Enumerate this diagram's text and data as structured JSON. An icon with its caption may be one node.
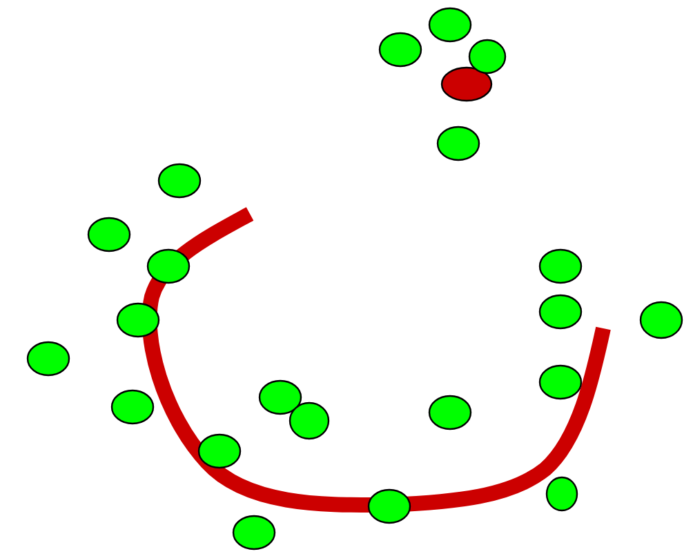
{
  "diagram": {
    "nodes": [
      {
        "text": [],
        "shape": "circle"
      },
      {
        "text": [],
        "shape": "circle"
      },
      {
        "text": [],
        "shape": "circle"
      },
      {
        "text": [],
        "shape": "circle"
      },
      {
        "text": [],
        "shape": "circle"
      },
      {
        "text": [],
        "shape": "circle"
      },
      {
        "text": [],
        "shape": "circle"
      },
      {
        "text": [],
        "shape": "circle"
      },
      {
        "text": [],
        "shape": "circle"
      },
      {
        "text": [],
        "shape": "circle"
      },
      {
        "text": [],
        "shape": "circle"
      },
      {
        "text": [],
        "shape": "circle"
      },
      {
        "text": [],
        "shape": "circle"
      },
      {
        "text": [],
        "shape": "circle"
      },
      {
        "text": [],
        "shape": "circle"
      },
      {
        "text": [],
        "shape": "circle"
      },
      {
        "text": [],
        "shape": "circle"
      },
      {
        "text": [],
        "shape": "circle"
      },
      {
        "text": [],
        "shape": "circle"
      },
      {
        "text": [],
        "shape": "circle"
      },
      {
        "text": [],
        "shape": "circle"
      },
      {
        "text": [],
        "shape": "circle"
      }
    ]
  }
}
